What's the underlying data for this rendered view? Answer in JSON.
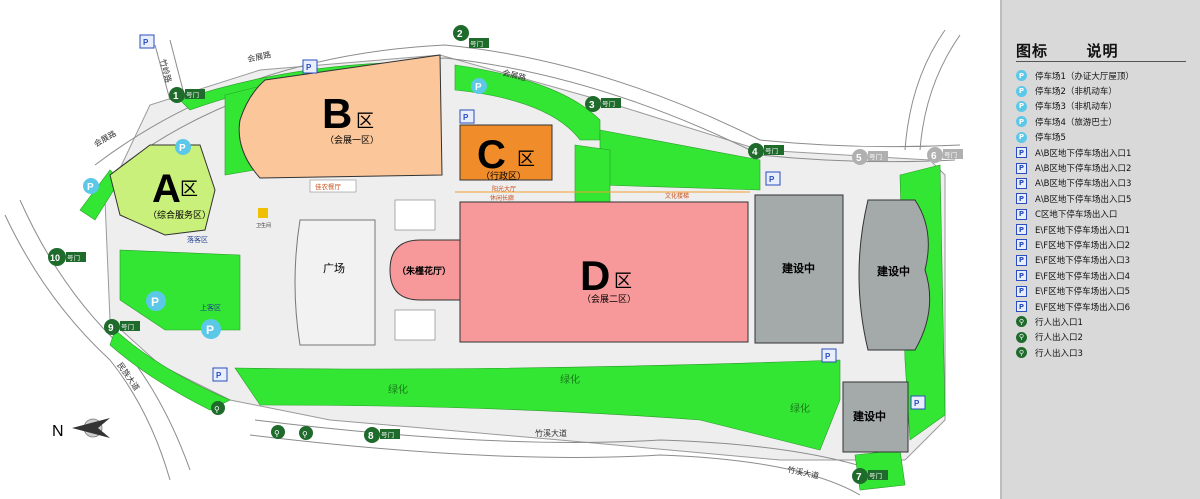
{
  "map": {
    "zones": {
      "a": {
        "letter": "A",
        "suffix": "区",
        "subtitle": "（综合服务区）"
      },
      "b": {
        "letter": "B",
        "suffix": "区",
        "subtitle": "（会展一区）"
      },
      "c": {
        "letter": "C",
        "suffix": "区",
        "subtitle": "（行政区）"
      },
      "d": {
        "letter": "D",
        "suffix": "区",
        "subtitle": "（会展二区）"
      }
    },
    "labels": {
      "plaza": "广场",
      "hibiscus_hall": "（朱槿花厅）",
      "construction": "建设中",
      "greening": "绿化",
      "road_huizhan": "会展路",
      "road_zhuxi": "竹溪大道",
      "road_minzu": "民族大道",
      "road_zhuling": "竹岭路",
      "arrival_area": "落客区",
      "departure_area": "上客区",
      "sunny_hall": "阳光大厅",
      "leisure_corridor": "休闲长廊",
      "cultural_corridor": "文化楼梯",
      "restaurant": "佳农餐厅",
      "toilet": "卫生间",
      "compass_n": "N"
    },
    "gates": [
      {
        "num": "1",
        "label": "号门"
      },
      {
        "num": "2",
        "label": "号门"
      },
      {
        "num": "3",
        "label": "号门"
      },
      {
        "num": "4",
        "label": "号门"
      },
      {
        "num": "5",
        "label": "号门"
      },
      {
        "num": "6",
        "label": "号门"
      },
      {
        "num": "7",
        "label": "号门"
      },
      {
        "num": "8",
        "label": "号门"
      },
      {
        "num": "9",
        "label": "号门"
      },
      {
        "num": "10",
        "label": "号门"
      }
    ]
  },
  "legend": {
    "title_left": "图标",
    "title_right": "说明",
    "items": [
      {
        "icon": "P",
        "kind": "circle",
        "text": "停车场1（办证大厅屋顶）"
      },
      {
        "icon": "P",
        "kind": "circle",
        "text": "停车场2（非机动车）"
      },
      {
        "icon": "P",
        "kind": "circle",
        "text": "停车场3（非机动车）"
      },
      {
        "icon": "P",
        "kind": "circle",
        "text": "停车场4（旅游巴士）"
      },
      {
        "icon": "P",
        "kind": "circle",
        "text": "停车场5"
      },
      {
        "icon": "P",
        "kind": "square",
        "text": "A\\B区地下停车场出入口1"
      },
      {
        "icon": "P",
        "kind": "square",
        "text": "A\\B区地下停车场出入口2"
      },
      {
        "icon": "P",
        "kind": "square",
        "text": "A\\B区地下停车场出入口3"
      },
      {
        "icon": "P",
        "kind": "square",
        "text": "A\\B区地下停车场出入口5"
      },
      {
        "icon": "P",
        "kind": "square",
        "text": "C区地下停车场出入口"
      },
      {
        "icon": "P",
        "kind": "square",
        "text": "E\\F区地下停车场出入口1"
      },
      {
        "icon": "P",
        "kind": "square",
        "text": "E\\F区地下停车场出入口2"
      },
      {
        "icon": "P",
        "kind": "square",
        "text": "E\\F区地下停车场出入口3"
      },
      {
        "icon": "P",
        "kind": "square",
        "text": "E\\F区地下停车场出入口4"
      },
      {
        "icon": "P",
        "kind": "square",
        "text": "E\\F区地下停车场出入口5"
      },
      {
        "icon": "P",
        "kind": "square",
        "text": "E\\F区地下停车场出入口6"
      },
      {
        "icon": "ped",
        "kind": "pedestrian",
        "text": "行人出入口1"
      },
      {
        "icon": "ped",
        "kind": "pedestrian",
        "text": "行人出入口2"
      },
      {
        "icon": "ped",
        "kind": "pedestrian",
        "text": "行人出入口3"
      }
    ]
  },
  "colors": {
    "green": "#33e633",
    "zone_a": "#c8f07a",
    "zone_b": "#fbc79a",
    "zone_c": "#f08c2a",
    "zone_d": "#f7999a",
    "construction": "#a3aaa9",
    "parking": "#5bc8e8",
    "gate_badge": "#1e6b2c",
    "gate_badge_grey": "#b0b0b0"
  }
}
